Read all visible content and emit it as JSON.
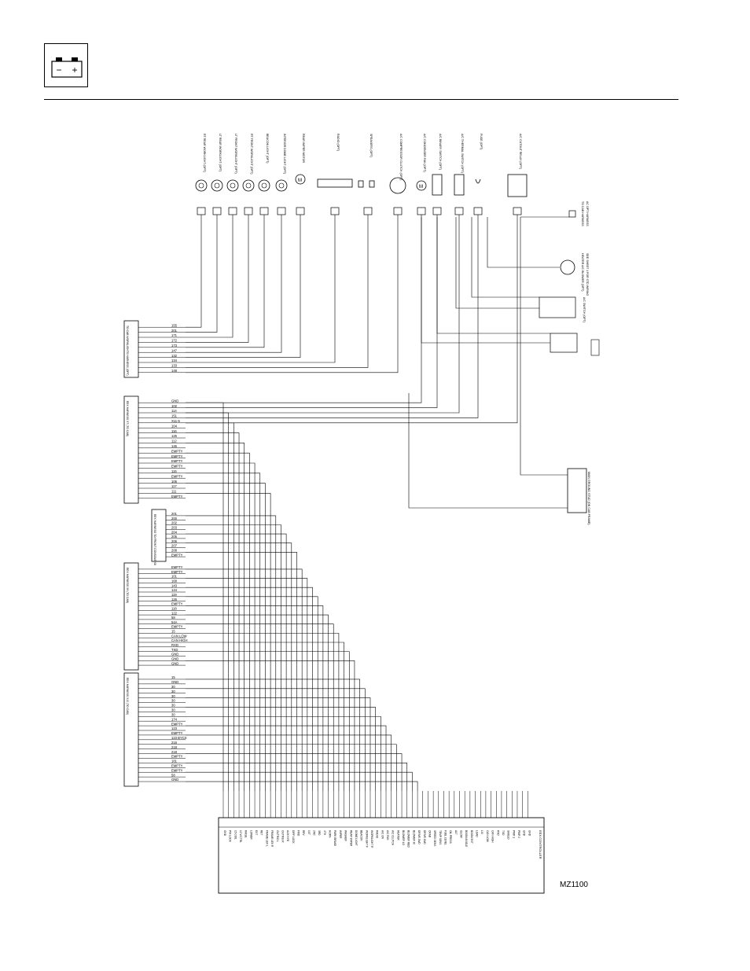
{
  "header": {
    "icon": "battery-icon",
    "battery_minus": "−",
    "battery_plus": "+"
  },
  "figure_code": "MZ1100",
  "colors": {
    "line": "#000000",
    "background": "#ffffff"
  },
  "components": [
    "RT REAR WORKLIGHT (OPT)",
    "LT REAR WORKLIGHT (OPT)",
    "LT FRONT WORKLIGHT (OPT)",
    "RT FRONT WORKLIGHT (OPT)",
    "BEACON LIGHT (OPT)",
    "INTERIOR DOME LIGHT (OPT)",
    "REAR WIPER MOTOR",
    "RADIO (OPT)",
    "SPEAKERS (OPT)",
    "A/C COMPRESSOR CLUTCH (OPT)",
    "A/C CONDENSER FAN (OPT)",
    "A/C BINARY SWITCH (OPT)",
    "A/C THERMAL SWITCH (OPT)",
    "FUSE (OPT)",
    "A/C CUTOUT RELAY (OPT)"
  ],
  "side_labels": [
    "TO CAB HARNESS",
    "AC OPT HARNESS",
    "HEATER A/C BLOWER (OPT)",
    "SEE SHEET 1 FOR STD WIRING",
    "A/C SWITCH (OPT)",
    "MAIN GROUND STUD (ON CAB FRAME)"
  ],
  "connectors": [
    {
      "name": "TO CAB WORKLIGHTS HARNESS (OPT)",
      "wires": [
        "155",
        "201",
        "171",
        "172",
        "173",
        "147",
        "132",
        "134",
        "133",
        "148"
      ]
    },
    {
      "name": "EEX HARNESS X7 (TO CAB)",
      "wires": [
        "GND",
        "102",
        "114",
        "151",
        "X11-5",
        "104",
        "116",
        "125",
        "112",
        "145",
        "EMPTY",
        "EMPTY",
        "EMPTY",
        "EMPTY",
        "115",
        "EMPTY",
        "106",
        "117",
        "111",
        "EMPTY"
      ]
    },
    {
      "name": "EEX HARNESS TO FRONT CONSOLE X8",
      "wires": [
        "201",
        "200",
        "202",
        "203",
        "204",
        "205",
        "206",
        "207",
        "208",
        "EMPTY"
      ]
    },
    {
      "name": "EEX HARNESS X9 (TO CAB)",
      "wires": [
        "EMPTY",
        "EMPTY",
        "101",
        "168",
        "143",
        "144",
        "119",
        "126",
        "EMPTY",
        "118",
        "122",
        "58",
        "54A",
        "EMPTY",
        "15",
        "CAN LOW",
        "CAN HIGH",
        "RXD",
        "TXD",
        "GND",
        "GND",
        "GND"
      ]
    },
    {
      "name": "EEX HARNESS X10 (TO CAB)",
      "wires": [
        "15",
        "GND",
        "30",
        "30",
        "30",
        "30",
        "30",
        "30",
        "30",
        "174",
        "EMPTY",
        "123",
        "EMPTY",
        "123 BYCS",
        "216",
        "218",
        "218",
        "EMPTY",
        "181",
        "EMPTY",
        "EMPTY",
        "58",
        "GND"
      ]
    }
  ],
  "controller": {
    "label": "EEX CONTROLLER",
    "pins": [
      "GND",
      "PIN LOCK",
      "15 COIL",
      "12 V/CTRL",
      "RAISE",
      "LOWER",
      "EXT",
      "RET",
      "FRAME LEV L",
      "FRAME LEV R",
      "OUTRIG L",
      "OUTRIG R",
      "AUX HYD",
      "DIFF LOCK",
      "FWD",
      "REV",
      "1ST",
      "2ND",
      "3RD",
      "4TH",
      "HORN",
      "PARK BRAKE",
      "WIPER",
      "WASHER",
      "REAR WIPER",
      "DOME LIGHT",
      "BEACON",
      "WORKLIGHT F",
      "WORKLIGHT R",
      "RADIO",
      "A/C ON",
      "A/C FAN",
      "A/C CLUTCH",
      "HEATER",
      "BLOWER LO",
      "BLOWER MED",
      "BLOWER HI",
      "DRIVE 2WD",
      "DRIVE 4WD",
      "CRAB",
      "SPEED SENS",
      "TEMP SENS",
      "FUEL LEVEL",
      "OIL PRESS",
      "ALT",
      "GLOW",
      "BOOM ANGLE",
      "BOOM EXT",
      "LOAD",
      "LSI",
      "CAN LOW",
      "CAN HIGH",
      "RXD",
      "TXD",
      "SHIELD",
      "PWR 1",
      "PWR 2",
      "GND",
      "GND"
    ]
  }
}
